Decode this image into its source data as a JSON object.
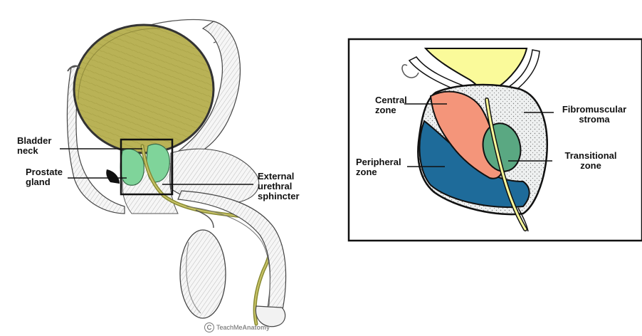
{
  "left_panel": {
    "labels": {
      "bladder_neck": "Bladder\nneck",
      "prostate_gland": "Prostate\ngland",
      "external_sphincter": "External\nurethral\nsphincter"
    },
    "credit_symbol": "C",
    "credit_text_a": "TeachMe",
    "credit_text_b": "Anatomy"
  },
  "right_panel": {
    "labels": {
      "central_zone": "Central\nzone",
      "peripheral_zone": "Peripheral\nzone",
      "fibromuscular_stroma": "Fibromuscular\nstroma",
      "transitional_zone": "Transitional\nzone"
    }
  },
  "colors": {
    "bladder": "#b5ae52",
    "prostate_green": "#7fd49a",
    "urine_yellow": "#fafa9a",
    "central_zone": "#f4957a",
    "peripheral_zone": "#1e6b9a",
    "transitional_zone": "#5aa882",
    "stroma": "#e9ecec",
    "outline": "#111111"
  }
}
